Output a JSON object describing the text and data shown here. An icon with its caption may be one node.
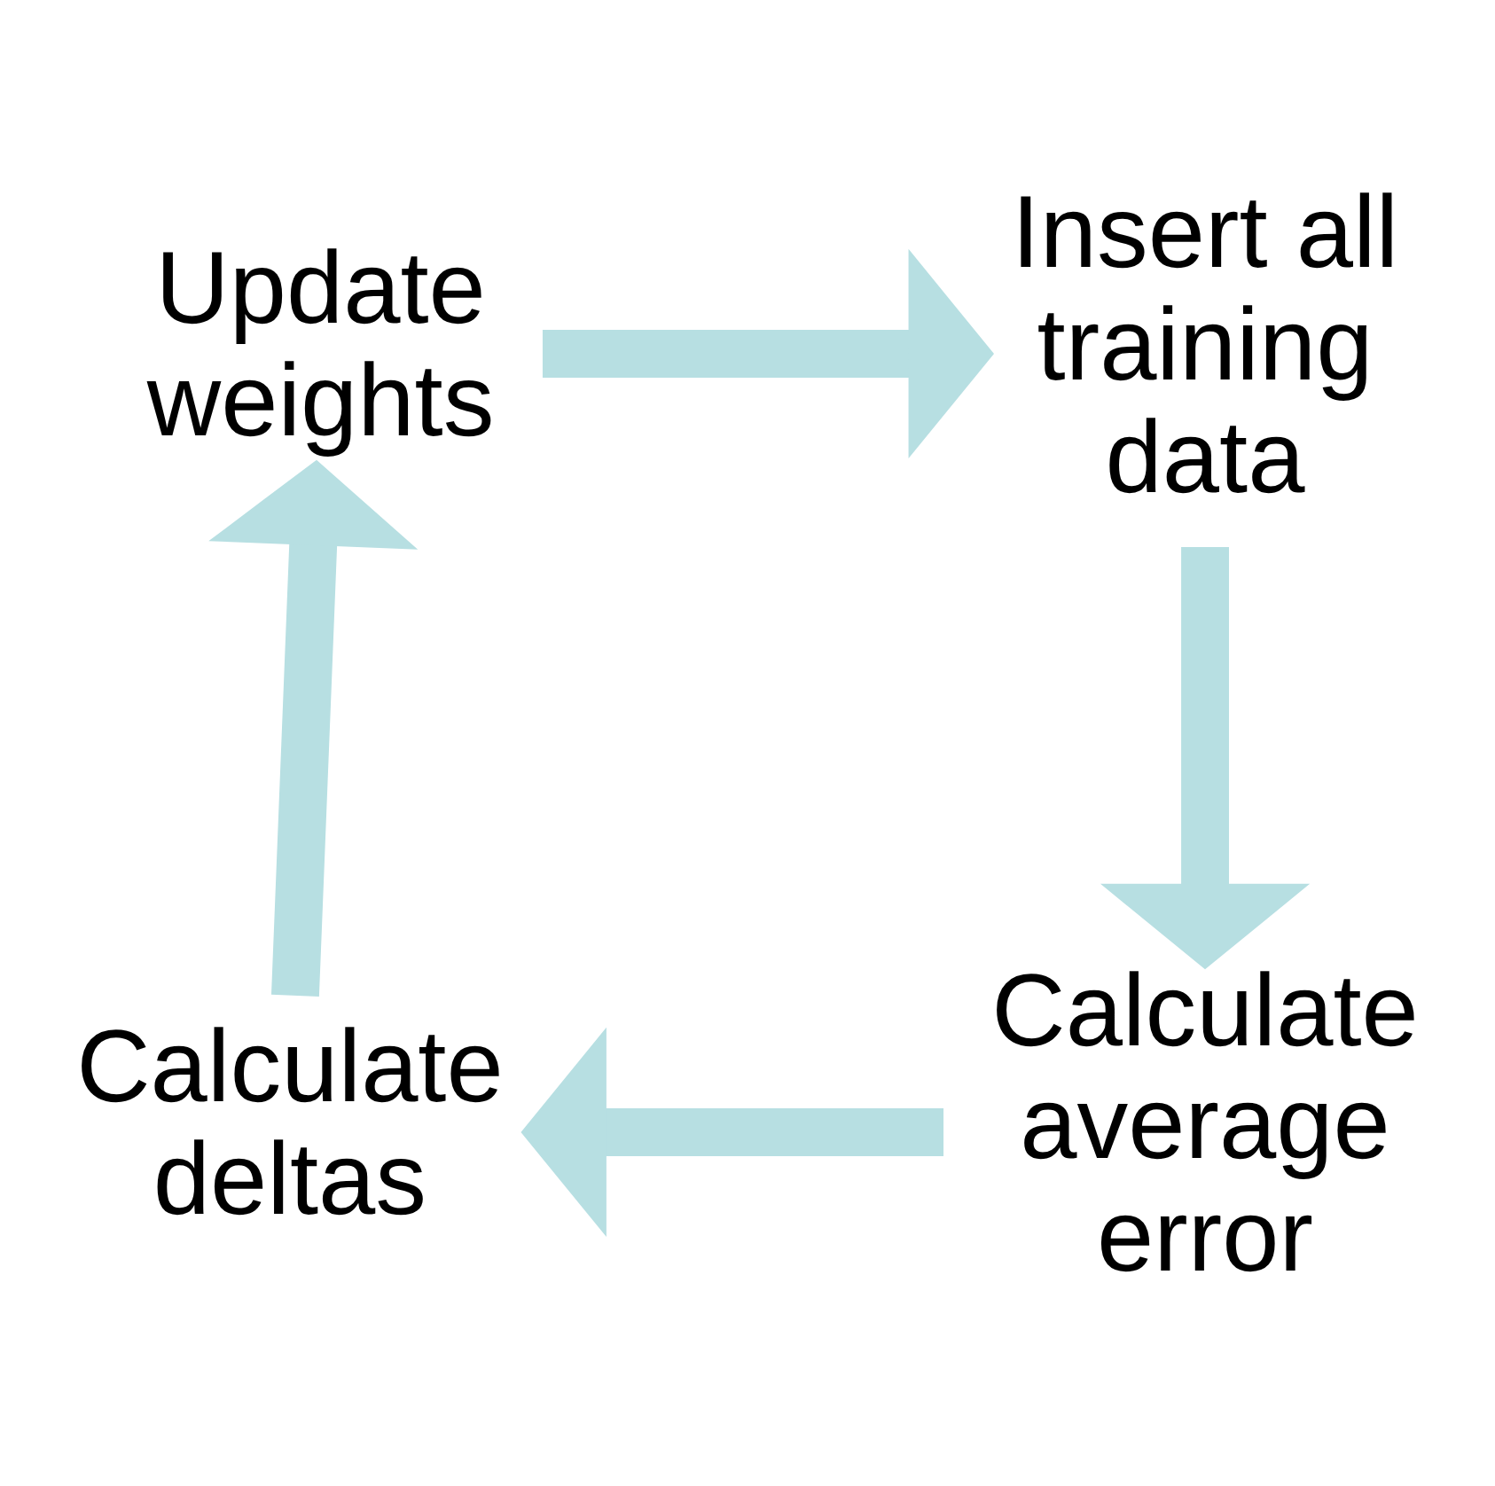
{
  "diagram": {
    "nodes": [
      {
        "text": [
          "Update weights"
        ]
      },
      {
        "text": [
          "Insert all training data"
        ]
      },
      {
        "text": [
          "Calculate average error"
        ]
      },
      {
        "text": [
          "Calculate deltas"
        ]
      }
    ],
    "edges": [
      {
        "from": 0,
        "to": 1,
        "arrow": "to"
      },
      {
        "from": 1,
        "to": 2,
        "arrow": "to"
      },
      {
        "from": 2,
        "to": 3,
        "arrow": "to"
      },
      {
        "from": 3,
        "to": 0,
        "arrow": "to"
      }
    ]
  }
}
